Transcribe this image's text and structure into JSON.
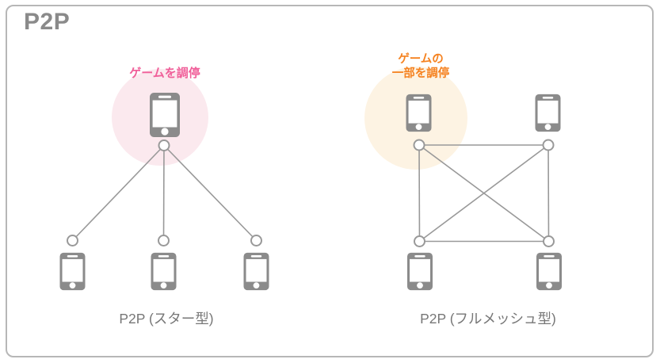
{
  "title": "P2P",
  "left_diagram": {
    "topology": "star",
    "caption": "P2P (スター型)",
    "annotation": "ゲームを調停",
    "device_count": 4,
    "hub_role": "mediates the game",
    "edges": [
      [
        "hub",
        "leaf-1"
      ],
      [
        "hub",
        "leaf-2"
      ],
      [
        "hub",
        "leaf-3"
      ]
    ]
  },
  "right_diagram": {
    "topology": "full-mesh",
    "caption": "P2P (フルメッシュ型)",
    "annotation_lines": [
      "ゲームの",
      "一部を調停"
    ],
    "device_count": 4,
    "edges": [
      [
        "top-left",
        "top-right"
      ],
      [
        "top-left",
        "bottom-left"
      ],
      [
        "top-right",
        "bottom-right"
      ],
      [
        "bottom-left",
        "bottom-right"
      ],
      [
        "top-left",
        "bottom-right"
      ],
      [
        "top-right",
        "bottom-left"
      ]
    ]
  },
  "colors": {
    "title_gray": "#8a8a8a",
    "caption_gray": "#777777",
    "phone_gray": "#8b8b8b",
    "line_gray": "#999999",
    "border_gray": "#b7b7b7",
    "pink_text": "#f0609a",
    "pink_halo": "#fbe9ee",
    "orange_text": "#f58220",
    "orange_halo": "#fdf3e3"
  }
}
